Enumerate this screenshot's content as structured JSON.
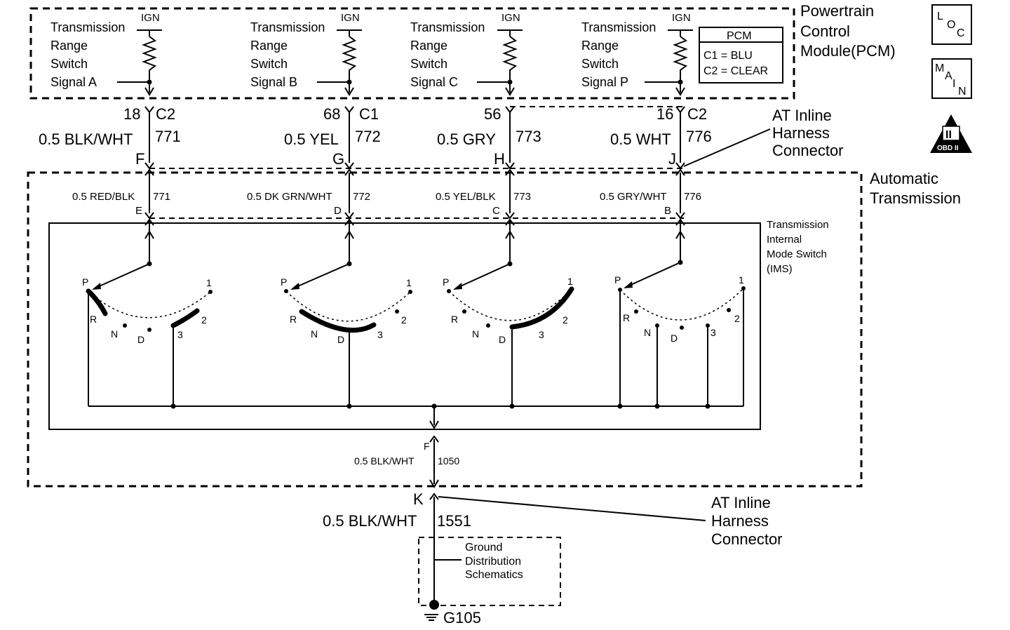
{
  "pcm": {
    "title_lines": [
      "Powertrain",
      "Control",
      "Module(PCM)"
    ],
    "ign_label": "IGN",
    "signals": [
      {
        "lines": [
          "Transmission",
          "Range",
          "Switch",
          "Signal A"
        ]
      },
      {
        "lines": [
          "Transmission",
          "Range",
          "Switch",
          "Signal B"
        ]
      },
      {
        "lines": [
          "Transmission",
          "Range",
          "Switch",
          "Signal C"
        ]
      },
      {
        "lines": [
          "Transmission",
          "Range",
          "Switch",
          "Signal P"
        ]
      }
    ],
    "legend": {
      "title": "PCM",
      "c1": "C1 = BLU",
      "c2": "C2 = CLEAR"
    }
  },
  "icons": {
    "loc": [
      "L",
      "O",
      "C"
    ],
    "main": [
      "M",
      "A",
      "I",
      "N"
    ],
    "obd": {
      "top": "II",
      "bottom": "OBD II"
    }
  },
  "pcm_pins": [
    {
      "pin": "18",
      "conn": "C2",
      "wire": "0.5 BLK/WHT",
      "circuit": "771",
      "inline": "F"
    },
    {
      "pin": "68",
      "conn": "C1",
      "wire": "0.5 YEL",
      "circuit": "772",
      "inline": "G"
    },
    {
      "pin": "56",
      "conn": "",
      "wire": "0.5 GRY",
      "circuit": "773",
      "inline": "H"
    },
    {
      "pin": "16",
      "conn": "C2",
      "wire": "0.5 WHT",
      "circuit": "776",
      "inline": "J"
    }
  ],
  "at_inline_connector": {
    "lines": [
      "AT Inline",
      "Harness",
      "Connector"
    ]
  },
  "transmission": {
    "title_lines": [
      "Automatic",
      "Transmission"
    ],
    "pins": [
      {
        "wire": "0.5 RED/BLK",
        "circuit": "771",
        "pin": "E"
      },
      {
        "wire": "0.5 DK GRN/WHT",
        "circuit": "772",
        "pin": "D"
      },
      {
        "wire": "0.5 YEL/BLK",
        "circuit": "773",
        "pin": "C"
      },
      {
        "wire": "0.5 GRY/WHT",
        "circuit": "776",
        "pin": "B"
      }
    ],
    "ims_lines": [
      "Transmission",
      "Internal",
      "Mode Switch",
      "(IMS)"
    ],
    "positions": [
      "P",
      "R",
      "N",
      "D",
      "3",
      "2",
      "1"
    ],
    "ground_pin": "F",
    "ground_wire": "0.5 BLK/WHT",
    "ground_circuit": "1050"
  },
  "ground": {
    "pin": "K",
    "wire": "0.5 BLK/WHT",
    "circuit": "1551",
    "connector_lines": [
      "AT Inline",
      "Harness",
      "Connector"
    ],
    "distribution_lines": [
      "Ground",
      "Distribution",
      "Schematics"
    ],
    "ground_id": "G105"
  }
}
